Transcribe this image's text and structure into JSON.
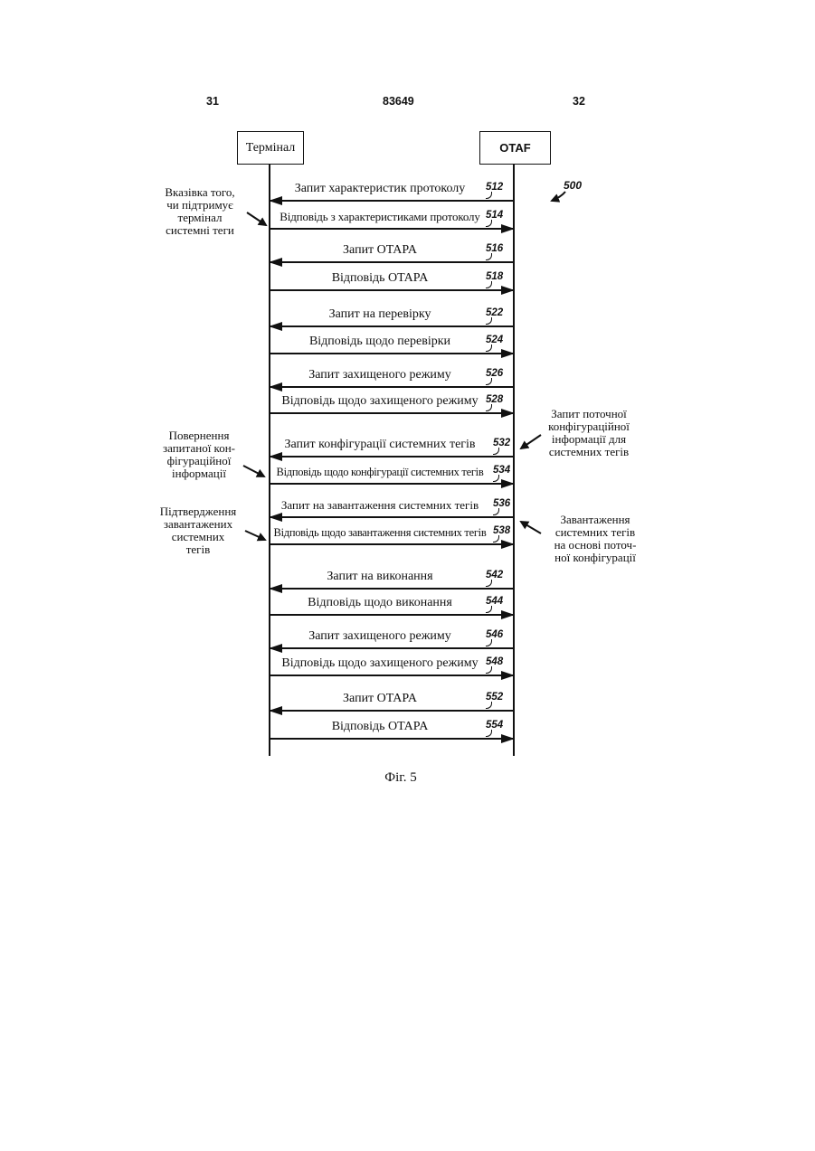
{
  "header": {
    "left_page_number": "31",
    "document_number": "83649",
    "right_page_number": "32"
  },
  "participants": {
    "terminal": "Термінал",
    "otaf": "OTAF"
  },
  "figure_reference": "500",
  "messages": [
    {
      "label": "Запит характеристик протоколу",
      "ref": "512"
    },
    {
      "label": "Відповідь з характеристиками протоколу",
      "ref": "514"
    },
    {
      "label": "Запит OTAPA",
      "ref": "516"
    },
    {
      "label": "Відповідь OTAPA",
      "ref": "518"
    },
    {
      "label": "Запит на перевірку",
      "ref": "522"
    },
    {
      "label": "Відповідь щодо перевірки",
      "ref": "524"
    },
    {
      "label": "Запит захищеного режиму",
      "ref": "526"
    },
    {
      "label": "Відповідь щодо захищеного режиму",
      "ref": "528"
    },
    {
      "label": "Запит конфігурації системних тегів",
      "ref": "532"
    },
    {
      "label": "Відповідь щодо конфігурації системних тегів",
      "ref": "534"
    },
    {
      "label": "Запит на завантаження системних тегів",
      "ref": "536"
    },
    {
      "label": "Відповідь щодо завантаження системних тегів",
      "ref": "538"
    },
    {
      "label": "Запит на виконання",
      "ref": "542"
    },
    {
      "label": "Відповідь щодо виконання",
      "ref": "544"
    },
    {
      "label": "Запит захищеного режиму",
      "ref": "546"
    },
    {
      "label": "Відповідь щодо захищеного режиму",
      "ref": "548"
    },
    {
      "label": "Запит OTAPA",
      "ref": "552"
    },
    {
      "label": "Відповідь OTAPA",
      "ref": "554"
    }
  ],
  "annotations": {
    "left": [
      {
        "lines": [
          "Вказівка того,",
          "чи підтримує",
          "термінал",
          "системні теги"
        ]
      },
      {
        "lines": [
          "Повернення",
          "запитаної кон-",
          "фігураційної",
          "інформації"
        ]
      },
      {
        "lines": [
          "Підтвердження",
          "завантажених",
          "системних",
          "тегів"
        ]
      }
    ],
    "right": [
      {
        "lines": [
          "Запит поточної",
          "конфігураційної",
          "інформації для",
          "системних тегів"
        ]
      },
      {
        "lines": [
          "Завантаження",
          "системних тегів",
          "на основі поточ-",
          "ної конфігурації"
        ]
      }
    ]
  },
  "caption": "Фіг. 5"
}
